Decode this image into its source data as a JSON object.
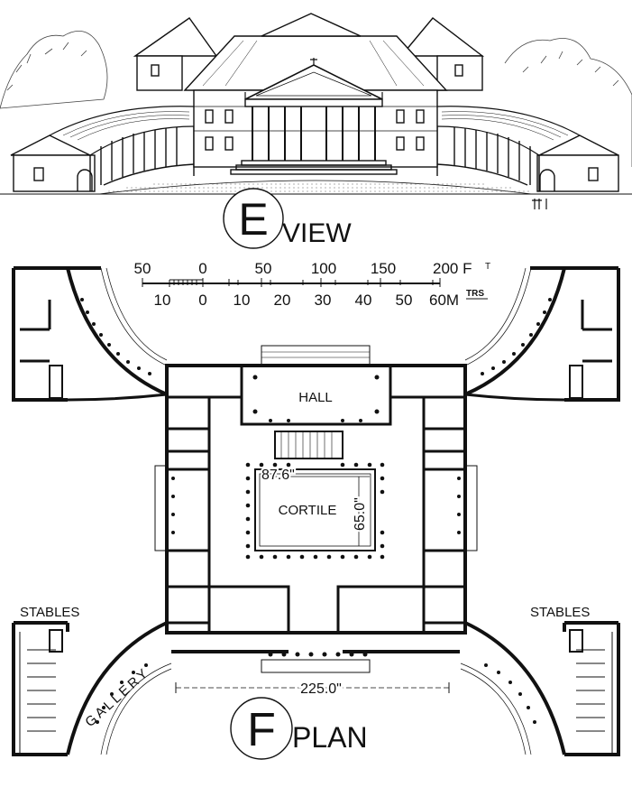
{
  "view": {
    "letter": "E",
    "caption": "VIEW"
  },
  "scale": {
    "feet_labels": [
      "50",
      "0",
      "50",
      "100",
      "150",
      "200 F"
    ],
    "feet_unit_suffix": "T",
    "metre_labels": [
      "10",
      "0",
      "10",
      "20",
      "30",
      "40",
      "50",
      "60M"
    ],
    "metre_unit_suffix": "TRS"
  },
  "plan": {
    "letter": "F",
    "caption": "PLAN",
    "hall_label": "HALL",
    "cortile_label": "CORTILE",
    "cortile_width": "87.6\"",
    "cortile_depth": "65.0\"",
    "stables_left": "STABLES",
    "stables_right": "STABLES",
    "gallery_label": "GALLERY",
    "overall_width": "225.0\""
  },
  "colors": {
    "ink": "#111111",
    "paper": "#ffffff"
  }
}
